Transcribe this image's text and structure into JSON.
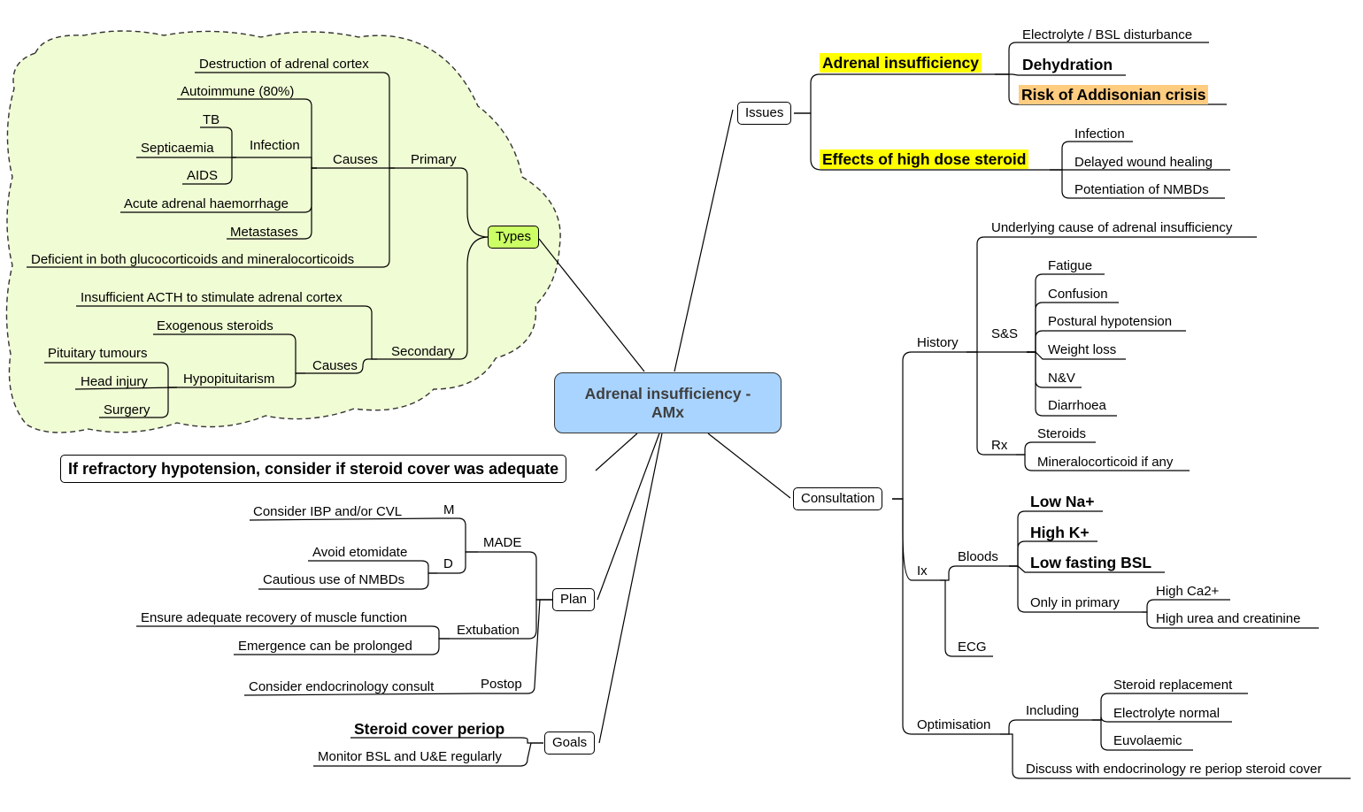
{
  "central": {
    "title": "Adrenal insufficiency -\nAMx"
  },
  "note": "If refractory hypotension, consider if steroid cover was adequate",
  "types": {
    "label": "Types",
    "primary": {
      "label": "Primary",
      "destruction": "Destruction of adrenal cortex",
      "causes_label": "Causes",
      "autoimmune": "Autoimmune (80%)",
      "infection": "Infection",
      "tb": "TB",
      "septicaemia": "Septicaemia",
      "aids": "AIDS",
      "haemorrhage": "Acute adrenal haemorrhage",
      "metastases": "Metastases",
      "deficient": "Deficient in both glucocorticoids and mineralocorticoids"
    },
    "secondary": {
      "label": "Secondary",
      "insufficient_acth": "Insufficient ACTH to stimulate adrenal cortex",
      "causes_label": "Causes",
      "exogenous": "Exogenous steroids",
      "hypopituitarism": "Hypopituitarism",
      "pituitary": "Pituitary tumours",
      "head_injury": "Head injury",
      "surgery": "Surgery"
    }
  },
  "issues": {
    "label": "Issues",
    "ai": "Adrenal insufficiency",
    "electrolyte": "Electrolyte / BSL disturbance",
    "dehydration": "Dehydration",
    "addisonian": "Risk of Addisonian crisis",
    "steroid": "Effects of high dose steroid",
    "infection": "Infection",
    "wound": "Delayed wound healing",
    "nmbd": "Potentiation of NMBDs"
  },
  "consultation": {
    "label": "Consultation",
    "history": {
      "label": "History",
      "underlying": "Underlying cause of adrenal insufficiency",
      "ss": "S&S",
      "fatigue": "Fatigue",
      "confusion": "Confusion",
      "postural": "Postural hypotension",
      "weight": "Weight loss",
      "nv": "N&V",
      "diarrhoea": "Diarrhoea",
      "rx": "Rx",
      "steroids": "Steroids",
      "mineralo": "Mineralocorticoid if any"
    },
    "ix": {
      "label": "Ix",
      "bloods": "Bloods",
      "low_na": "Low Na+",
      "high_k": "High K+",
      "low_bsl": "Low fasting BSL",
      "only_primary": "Only in primary",
      "high_ca": "High Ca2+",
      "high_urea": "High urea and creatinine",
      "ecg": "ECG"
    },
    "optimisation": {
      "label": "Optimisation",
      "including": "Including",
      "steroid_rep": "Steroid replacement",
      "electrolyte": "Electrolyte normal",
      "euvolaemic": "Euvolaemic",
      "discuss": "Discuss with endocrinology re periop steroid cover"
    }
  },
  "plan": {
    "label": "Plan",
    "made": "MADE",
    "m": "M",
    "ibp": "Consider IBP and/or CVL",
    "d": "D",
    "etomidate": "Avoid etomidate",
    "nmbd": "Cautious use of NMBDs",
    "extubation": "Extubation",
    "recovery": "Ensure adequate recovery of muscle function",
    "emergence": "Emergence can be prolonged",
    "postop": "Postop",
    "endo": "Consider endocrinology consult"
  },
  "goals": {
    "label": "Goals",
    "cover": "Steroid cover periop",
    "monitor": "Monitor BSL and U&E regularly"
  },
  "colors": {
    "central_fill": "#a9d4ff",
    "types_fill": "#ccff66",
    "cloud_fill": "#f0fcd4",
    "highlight_yellow": "#ffff00",
    "highlight_orange": "#ffcc80"
  }
}
